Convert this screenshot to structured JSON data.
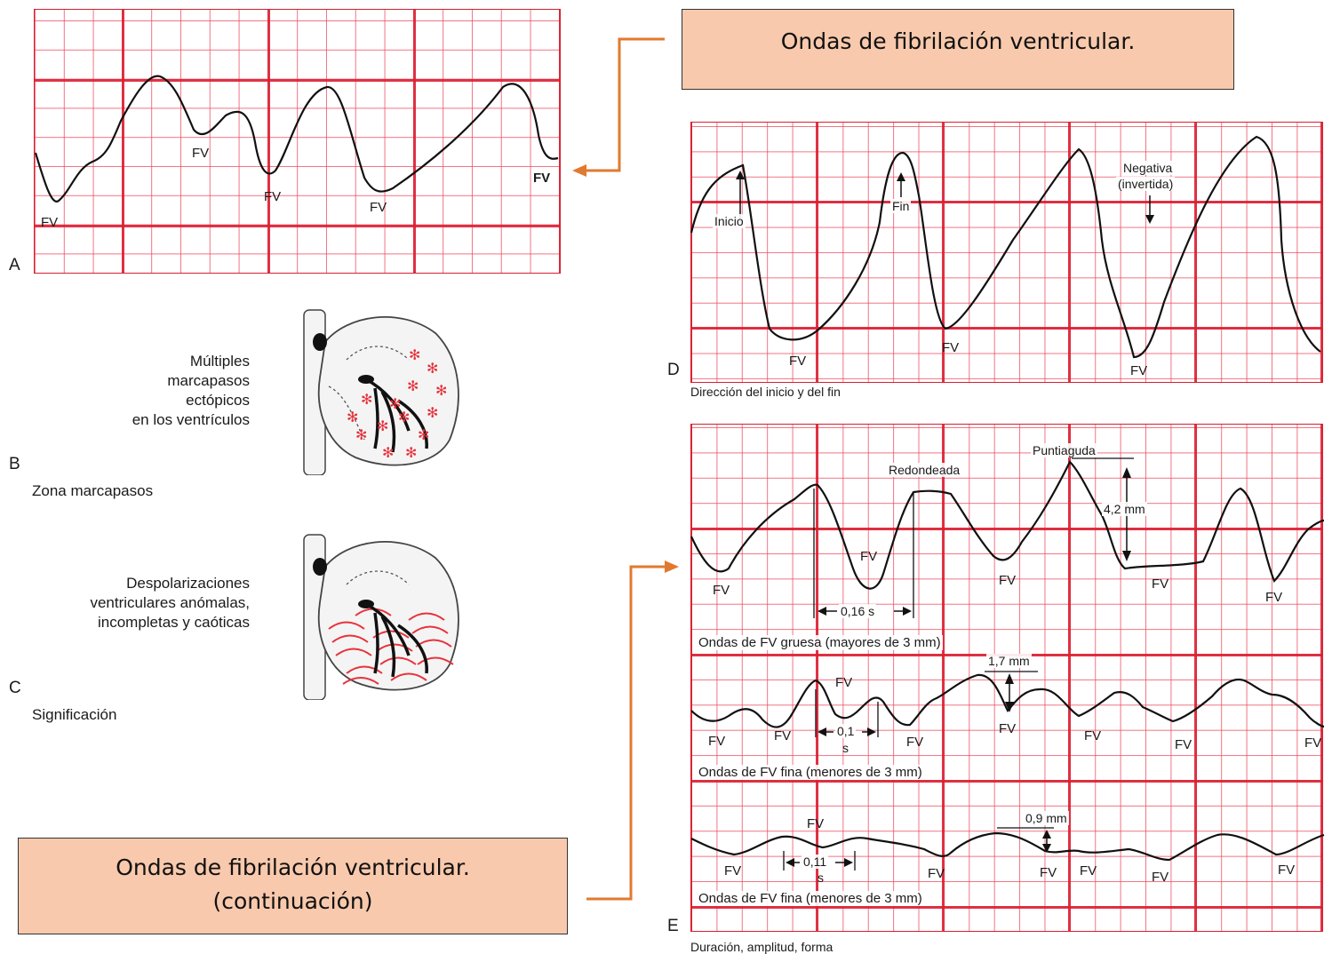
{
  "callouts": {
    "top": "Ondas de fibrilación ventricular.",
    "bottom_line1": "Ondas de fibrilación ventricular.",
    "bottom_line2": "(continuación)"
  },
  "panels": {
    "A": {
      "letter": "A",
      "labels": [
        "FV",
        "FV",
        "FV",
        "FV",
        "FV"
      ]
    },
    "B": {
      "letter": "B",
      "text": [
        "Múltiples",
        "marcapasos",
        "ectópicos",
        "en los ventrículos"
      ],
      "caption": "Zona marcapasos"
    },
    "C": {
      "letter": "C",
      "text": [
        "Despolarizaciones",
        "ventriculares anómalas,",
        "incompletas y caóticas"
      ],
      "caption": "Significación"
    },
    "D": {
      "letter": "D",
      "caption": "Dirección del inicio y del fin",
      "labels": {
        "inicio": "Inicio",
        "fin": "Fin",
        "negativa": "Negativa",
        "invertida": "(invertida)",
        "fv": "FV"
      }
    },
    "E": {
      "letter": "E",
      "caption": "Duración, amplitud, forma",
      "strips": [
        {
          "caption": "Ondas de FV gruesa (mayores de 3 mm)",
          "annotations": {
            "redondeada": "Redondeada",
            "puntiaguda": "Puntiaguda",
            "amplitude": "4,2 mm",
            "duration": "0,16 s"
          }
        },
        {
          "caption": "Ondas de FV fina (menores de 3 mm)",
          "annotations": {
            "amplitude": "1,7 mm",
            "duration_a": "0,1",
            "duration_b": "s"
          }
        },
        {
          "caption": "Ondas de FV fina (menores de 3 mm)",
          "annotations": {
            "amplitude": "0,9 mm",
            "duration_a": "0,11",
            "duration_b": "s"
          }
        }
      ],
      "fv": "FV"
    }
  },
  "colors": {
    "grid": "#dc1e32",
    "callout": "#f8c9ac",
    "arrow": "#e07a30",
    "heart_marks": "#e8323c"
  },
  "icons": [
    "heart-ectopic-pacemakers-icon",
    "heart-chaotic-depolarization-icon"
  ]
}
